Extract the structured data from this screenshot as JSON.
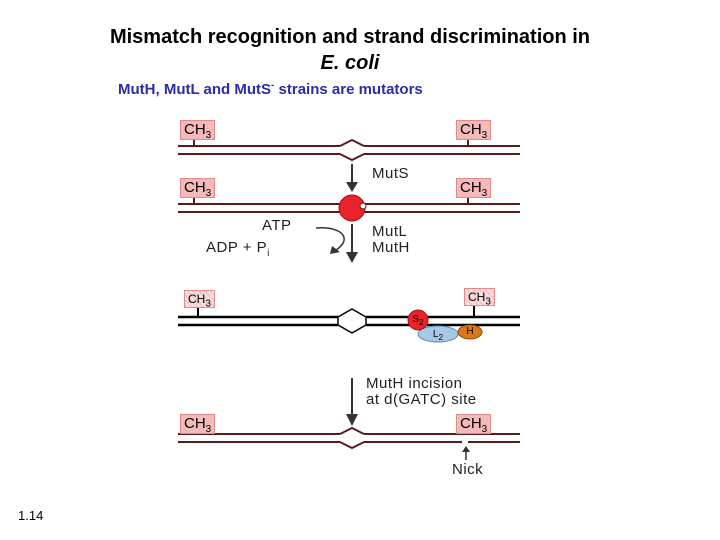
{
  "title": {
    "line1": "Mismatch recognition and strand discrimination in",
    "line2": "E. coli"
  },
  "subtitle": {
    "main": "MutH, MutL and MutS",
    "superscript": "-",
    "tail": " strains are mutators"
  },
  "methyl": {
    "base": "CH",
    "sub": "3"
  },
  "steps": {
    "muts": "MutS",
    "atp": "ATP",
    "adp": "ADP + P",
    "adp_sub": "i",
    "mutl": "MutL",
    "muth": "MutH",
    "incision_line1": "MutH incision",
    "incision_line2": "at d(GATC) site",
    "nick": "Nick"
  },
  "proteins": {
    "s": "S",
    "s_sub": "2",
    "l": "L",
    "l_sub": "2",
    "h": "H"
  },
  "colors": {
    "mutS": "#e8232a",
    "mutL": "#a8c8e8",
    "mutH": "#d87a1c",
    "strand": "#5a1a1a",
    "methyl_box": "#f4b9b9",
    "subtitle": "#2c2ca8"
  },
  "slide_number": "1.14"
}
